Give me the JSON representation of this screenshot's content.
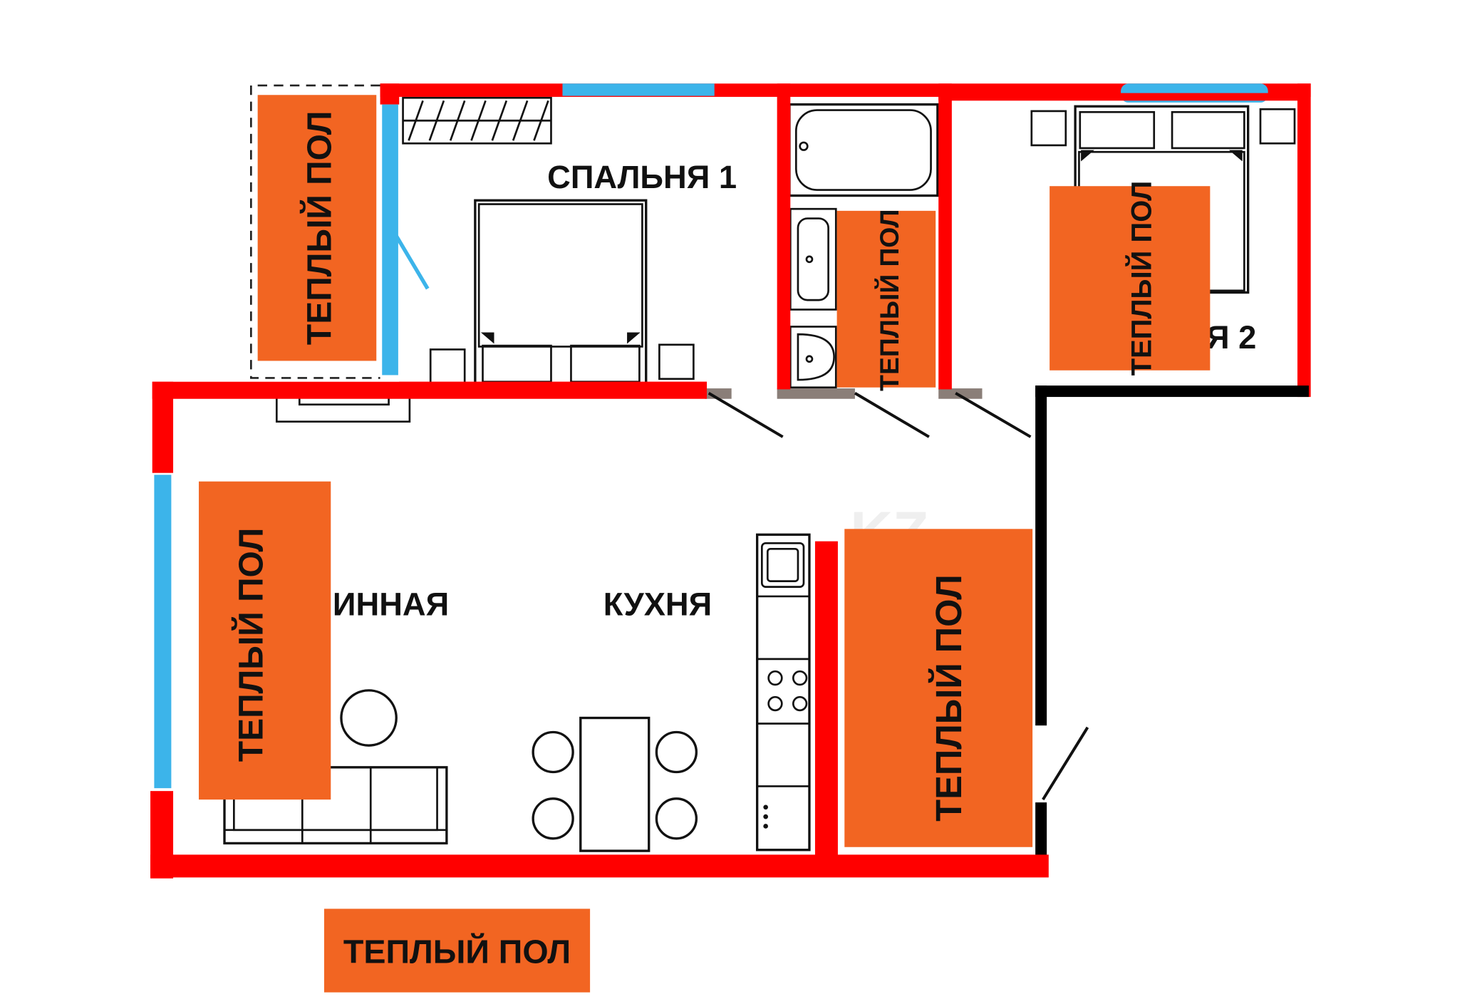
{
  "rooms": {
    "bedroom1": "СПАЛЬНЯ 1",
    "bedroom2": "Я 2",
    "living": "ИННАЯ",
    "kitchen": "КУХНЯ"
  },
  "heated_floor_label": "ТЕПЛЫЙ ПОЛ",
  "legend_label": "ТЕПЛЫЙ ПОЛ",
  "watermark": "KZ",
  "colors": {
    "wall": "#ff0000",
    "window": "#3cb4ea",
    "exterior_wall": "#000000",
    "heated_floor": "#f26522",
    "door_threshold": "#8a7e78"
  }
}
